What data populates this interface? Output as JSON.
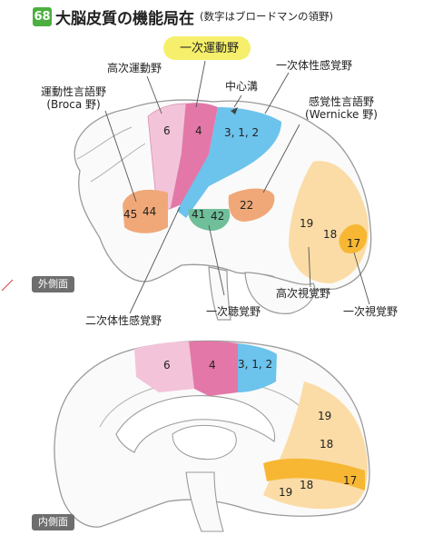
{
  "header": {
    "badge": "68",
    "title": "大脳皮質の機能局在",
    "subtitle": "(数字はブロードマンの領野)"
  },
  "lateral": {
    "view_label": "外側面",
    "labels": {
      "primary_motor": "一次運動野",
      "higher_motor": "高次運動野",
      "broca_line1": "運動性言語野",
      "broca_line2": "(Broca 野)",
      "central_sulcus": "中心溝",
      "primary_somatosensory": "一次体性感覚野",
      "wernicke_line1": "感覚性言語野",
      "wernicke_line2": "(Wernicke 野)",
      "secondary_somatosensory": "二次体性感覚野",
      "primary_auditory": "一次聴覚野",
      "higher_visual": "高次視覚野",
      "primary_visual": "一次視覚野"
    },
    "areas": {
      "a6": "6",
      "a4": "4",
      "a312": "3, 1, 2",
      "a45": "45",
      "a44": "44",
      "a41": "41",
      "a42": "42",
      "a22": "22",
      "a19": "19",
      "a18": "18",
      "a17": "17"
    }
  },
  "medial": {
    "view_label": "内側面",
    "areas": {
      "a6": "6",
      "a4": "4",
      "a312": "3, 1, 2",
      "a19_top": "19",
      "a18_top": "18",
      "a17": "17",
      "a18_bottom": "18",
      "a19_bottom": "19"
    }
  },
  "colors": {
    "brain_outline": "#9a9a9a",
    "highlight": "#f5ef6b",
    "motor_pink": "#e377a8",
    "premotor_pink": "#f3c4d9",
    "somatosensory_blue": "#6cc3ec",
    "language_orange": "#f0a878",
    "auditory_green": "#6fbf9a",
    "visual_light": "#fbdca6",
    "visual_deep": "#f7b733",
    "badge_green": "#4caf3f"
  }
}
